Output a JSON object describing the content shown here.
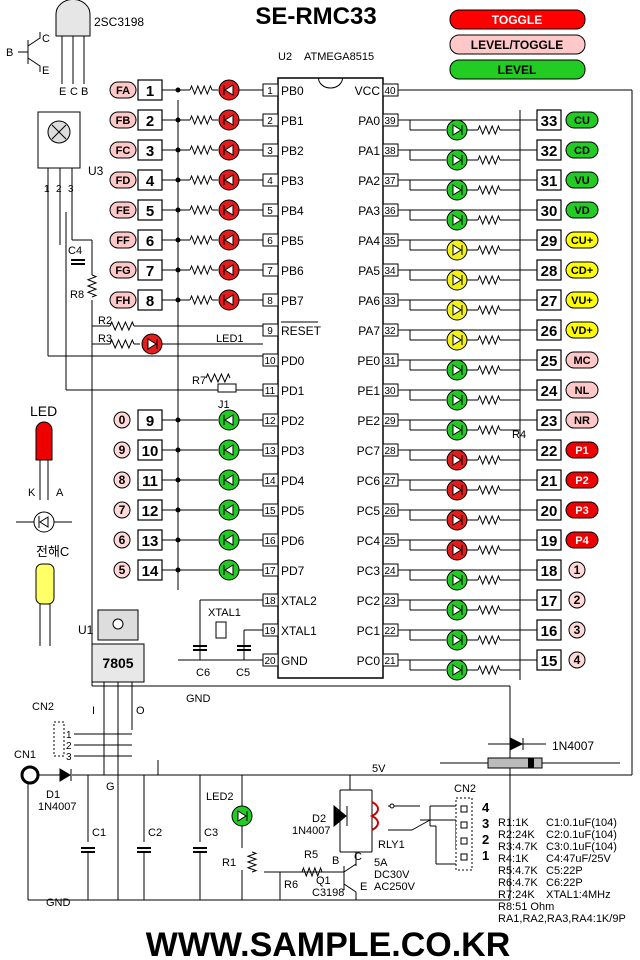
{
  "title": "SE-RMC33",
  "footer": "WWW.SAMPLE.CO.KR",
  "legend": [
    {
      "label": "TOGGLE",
      "color": "#ff0000",
      "text_color": "#ffffff"
    },
    {
      "label": "LEVEL/TOGGLE",
      "color": "#ffc8c8",
      "text_color": "#000000"
    },
    {
      "label": "LEVEL",
      "color": "#22cc22",
      "text_color": "#000000"
    }
  ],
  "transistor_pkg": {
    "name": "2SC3198",
    "pins": [
      "E",
      "C",
      "B"
    ],
    "sym_b": "B",
    "sym_c": "C",
    "sym_e": "E"
  },
  "mcu": {
    "ref": "U2",
    "name": "ATMEGA8515"
  },
  "left_pins": [
    {
      "num": "1",
      "name": "PB0"
    },
    {
      "num": "2",
      "name": "PB1"
    },
    {
      "num": "3",
      "name": "PB2"
    },
    {
      "num": "4",
      "name": "PB3"
    },
    {
      "num": "5",
      "name": "PB4"
    },
    {
      "num": "6",
      "name": "PB5"
    },
    {
      "num": "7",
      "name": "PB6"
    },
    {
      "num": "8",
      "name": "PB7"
    },
    {
      "num": "9",
      "name": "RESET"
    },
    {
      "num": "10",
      "name": "PD0"
    },
    {
      "num": "11",
      "name": "PD1"
    },
    {
      "num": "12",
      "name": "PD2"
    },
    {
      "num": "13",
      "name": "PD3"
    },
    {
      "num": "14",
      "name": "PD4"
    },
    {
      "num": "15",
      "name": "PD5"
    },
    {
      "num": "16",
      "name": "PD6"
    },
    {
      "num": "17",
      "name": "PD7"
    },
    {
      "num": "18",
      "name": "XTAL2"
    },
    {
      "num": "19",
      "name": "XTAL1"
    },
    {
      "num": "20",
      "name": "GND"
    }
  ],
  "right_pins": [
    {
      "num": "40",
      "name": "VCC"
    },
    {
      "num": "39",
      "name": "PA0"
    },
    {
      "num": "38",
      "name": "PA1"
    },
    {
      "num": "37",
      "name": "PA2"
    },
    {
      "num": "36",
      "name": "PA3"
    },
    {
      "num": "35",
      "name": "PA4"
    },
    {
      "num": "34",
      "name": "PA5"
    },
    {
      "num": "33",
      "name": "PA6"
    },
    {
      "num": "32",
      "name": "PA7"
    },
    {
      "num": "31",
      "name": "PE0"
    },
    {
      "num": "30",
      "name": "PE1"
    },
    {
      "num": "29",
      "name": "PE2"
    },
    {
      "num": "28",
      "name": "PC7"
    },
    {
      "num": "27",
      "name": "PC6"
    },
    {
      "num": "26",
      "name": "PC5"
    },
    {
      "num": "25",
      "name": "PC4"
    },
    {
      "num": "24",
      "name": "PC3"
    },
    {
      "num": "23",
      "name": "PC2"
    },
    {
      "num": "22",
      "name": "PC1"
    },
    {
      "num": "21",
      "name": "PC0"
    }
  ],
  "left_channels": [
    {
      "tag": "FA",
      "box": "1",
      "led": "red"
    },
    {
      "tag": "FB",
      "box": "2",
      "led": "red"
    },
    {
      "tag": "FC",
      "box": "3",
      "led": "red"
    },
    {
      "tag": "FD",
      "box": "4",
      "led": "red"
    },
    {
      "tag": "FE",
      "box": "5",
      "led": "red"
    },
    {
      "tag": "FF",
      "box": "6",
      "led": "red"
    },
    {
      "tag": "FG",
      "box": "7",
      "led": "red"
    },
    {
      "tag": "FH",
      "box": "8",
      "led": "red"
    },
    {
      "tag": "0",
      "box": "9",
      "led": "green"
    },
    {
      "tag": "9",
      "box": "10",
      "led": "green"
    },
    {
      "tag": "8",
      "box": "11",
      "led": "green"
    },
    {
      "tag": "7",
      "box": "12",
      "led": "green"
    },
    {
      "tag": "6",
      "box": "13",
      "led": "green"
    },
    {
      "tag": "5",
      "box": "14",
      "led": "green"
    }
  ],
  "right_channels": [
    {
      "box": "33",
      "tag": "CU",
      "led": "green",
      "tag_style": "green"
    },
    {
      "box": "32",
      "tag": "CD",
      "led": "green",
      "tag_style": "green"
    },
    {
      "box": "31",
      "tag": "VU",
      "led": "green",
      "tag_style": "green"
    },
    {
      "box": "30",
      "tag": "VD",
      "led": "green",
      "tag_style": "green"
    },
    {
      "box": "29",
      "tag": "CU+",
      "led": "yellow",
      "tag_style": "yellow"
    },
    {
      "box": "28",
      "tag": "CD+",
      "led": "yellow",
      "tag_style": "yellow"
    },
    {
      "box": "27",
      "tag": "VU+",
      "led": "yellow",
      "tag_style": "yellow"
    },
    {
      "box": "26",
      "tag": "VD+",
      "led": "yellow",
      "tag_style": "yellow"
    },
    {
      "box": "25",
      "tag": "MC",
      "led": "green",
      "tag_style": "pink"
    },
    {
      "box": "24",
      "tag": "NL",
      "led": "green",
      "tag_style": "pink"
    },
    {
      "box": "23",
      "tag": "NR",
      "led": "green",
      "tag_style": "pink"
    },
    {
      "box": "22",
      "tag": "P1",
      "led": "red",
      "tag_style": "red"
    },
    {
      "box": "21",
      "tag": "P2",
      "led": "red",
      "tag_style": "red"
    },
    {
      "box": "20",
      "tag": "P3",
      "led": "red",
      "tag_style": "red"
    },
    {
      "box": "19",
      "tag": "P4",
      "led": "red",
      "tag_style": "red"
    },
    {
      "box": "18",
      "tag": "1",
      "led": "green",
      "tag_style": "circle"
    },
    {
      "box": "17",
      "tag": "2",
      "led": "green",
      "tag_style": "circle"
    },
    {
      "box": "16",
      "tag": "3",
      "led": "green",
      "tag_style": "circle"
    },
    {
      "box": "15",
      "tag": "4",
      "led": "green",
      "tag_style": "circle"
    }
  ],
  "refs": {
    "u3": "U3",
    "u3_pins": [
      "1",
      "2",
      "3"
    ],
    "c4": "C4",
    "r8": "R8",
    "r2": "R2",
    "r3": "R3",
    "led1": "LED1",
    "r7": "R7",
    "j1": "J1",
    "r4": "R4",
    "xtal1": "XTAL1",
    "c5": "C5",
    "c6": "C6",
    "u1": "U1",
    "reg": "7805",
    "reg_pins": [
      "I",
      "G",
      "O"
    ],
    "cn2": "CN2",
    "cn2_pins": [
      "1",
      "2",
      "3"
    ],
    "cn1": "CN1",
    "d1": "D1",
    "d1v": "1N4007",
    "g": "G",
    "c1": "C1",
    "c2": "C2",
    "c3": "C3",
    "led2": "LED2",
    "r1": "R1",
    "r5": "R5",
    "r6": "R6",
    "q1": "Q1",
    "q1v": "C3198",
    "d2": "D2",
    "d2v": "1N4007",
    "rly": "RLY1",
    "rly_spec": [
      "5A",
      "DC30V",
      "AC250V"
    ],
    "q_c": "C",
    "q_b": "B",
    "q_e": "E",
    "gnd": "GND",
    "v5": "5V",
    "diode_legend": "1N4007",
    "cn2b": "CN2",
    "cn2b_pins": [
      "4",
      "3",
      "2",
      "1"
    ],
    "led_legend": "LED",
    "led_k": "K",
    "led_a": "A",
    "cap_legend": "전해C"
  },
  "parts_list": [
    [
      "R1:1K",
      "C1:0.1uF(104)"
    ],
    [
      "R2:24K",
      "C2:0.1uF(104)"
    ],
    [
      "R3:4.7K",
      "C3:0.1uF(104)"
    ],
    [
      "R4:1K",
      "C4:47uF/25V"
    ],
    [
      "R5:4.7K",
      "C5:22P"
    ],
    [
      "R6:4.7K",
      "C6:22P"
    ],
    [
      "R7:24K",
      "XTAL1:4MHz"
    ],
    [
      "R8:51 Ohm",
      ""
    ],
    [
      "RA1,RA2,RA3,RA4:1K/9P",
      ""
    ]
  ]
}
